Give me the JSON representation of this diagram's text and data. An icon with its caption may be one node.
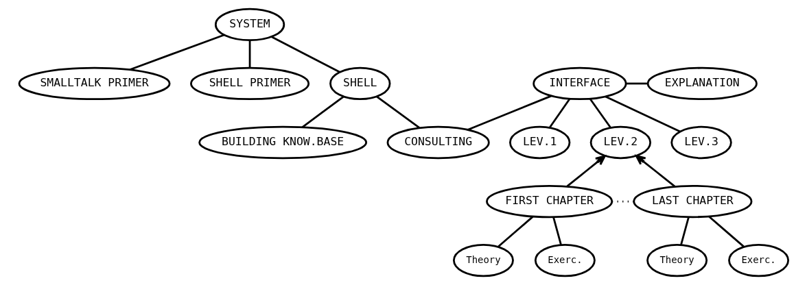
{
  "diagram": {
    "nodes": [
      {
        "text": [
          "SYSTEM"
        ]
      },
      {
        "text": [
          "SMALLTALK PRIMER"
        ]
      },
      {
        "text": [
          "SHELL PRIMER"
        ]
      },
      {
        "text": [
          "SHELL"
        ]
      },
      {
        "text": [
          "BUILDING KNOW.BASE"
        ]
      },
      {
        "text": [
          "CONSULTING"
        ]
      },
      {
        "text": [
          "INTERFACE"
        ]
      },
      {
        "text": [
          "EXPLANATION"
        ]
      },
      {
        "text": [
          "LEV.1"
        ]
      },
      {
        "text": [
          "LEV.2"
        ]
      },
      {
        "text": [
          "LEV.3"
        ]
      },
      {
        "text": [
          "FIRST CHAPTER"
        ]
      },
      {
        "text": [
          "LAST CHAPTER"
        ]
      },
      {
        "text": [
          "Theory"
        ]
      },
      {
        "text": [
          "Exerc."
        ]
      },
      {
        "text": [
          "Theory"
        ]
      },
      {
        "text": [
          "Exerc."
        ]
      }
    ],
    "edges": [
      {
        "from": 0,
        "to": 1,
        "arrow": "none"
      },
      {
        "from": 0,
        "to": 2,
        "arrow": "none"
      },
      {
        "from": 0,
        "to": 3,
        "arrow": "none"
      },
      {
        "from": 3,
        "to": 4,
        "arrow": "none"
      },
      {
        "from": 3,
        "to": 5,
        "arrow": "none"
      },
      {
        "from": 6,
        "to": 5,
        "arrow": "none"
      },
      {
        "from": 6,
        "to": 7,
        "arrow": "none"
      },
      {
        "from": 6,
        "to": 8,
        "arrow": "none"
      },
      {
        "from": 6,
        "to": 9,
        "arrow": "none"
      },
      {
        "from": 6,
        "to": 10,
        "arrow": "none"
      },
      {
        "from": 11,
        "to": 9,
        "arrow": "to"
      },
      {
        "from": 12,
        "to": 9,
        "arrow": "to"
      },
      {
        "from": 11,
        "to": 12,
        "arrow": "none",
        "style": "dashed"
      },
      {
        "from": 11,
        "to": 13,
        "arrow": "none"
      },
      {
        "from": 11,
        "to": 14,
        "arrow": "none"
      },
      {
        "from": 12,
        "to": 15,
        "arrow": "none"
      },
      {
        "from": 12,
        "to": 16,
        "arrow": "none"
      }
    ]
  }
}
